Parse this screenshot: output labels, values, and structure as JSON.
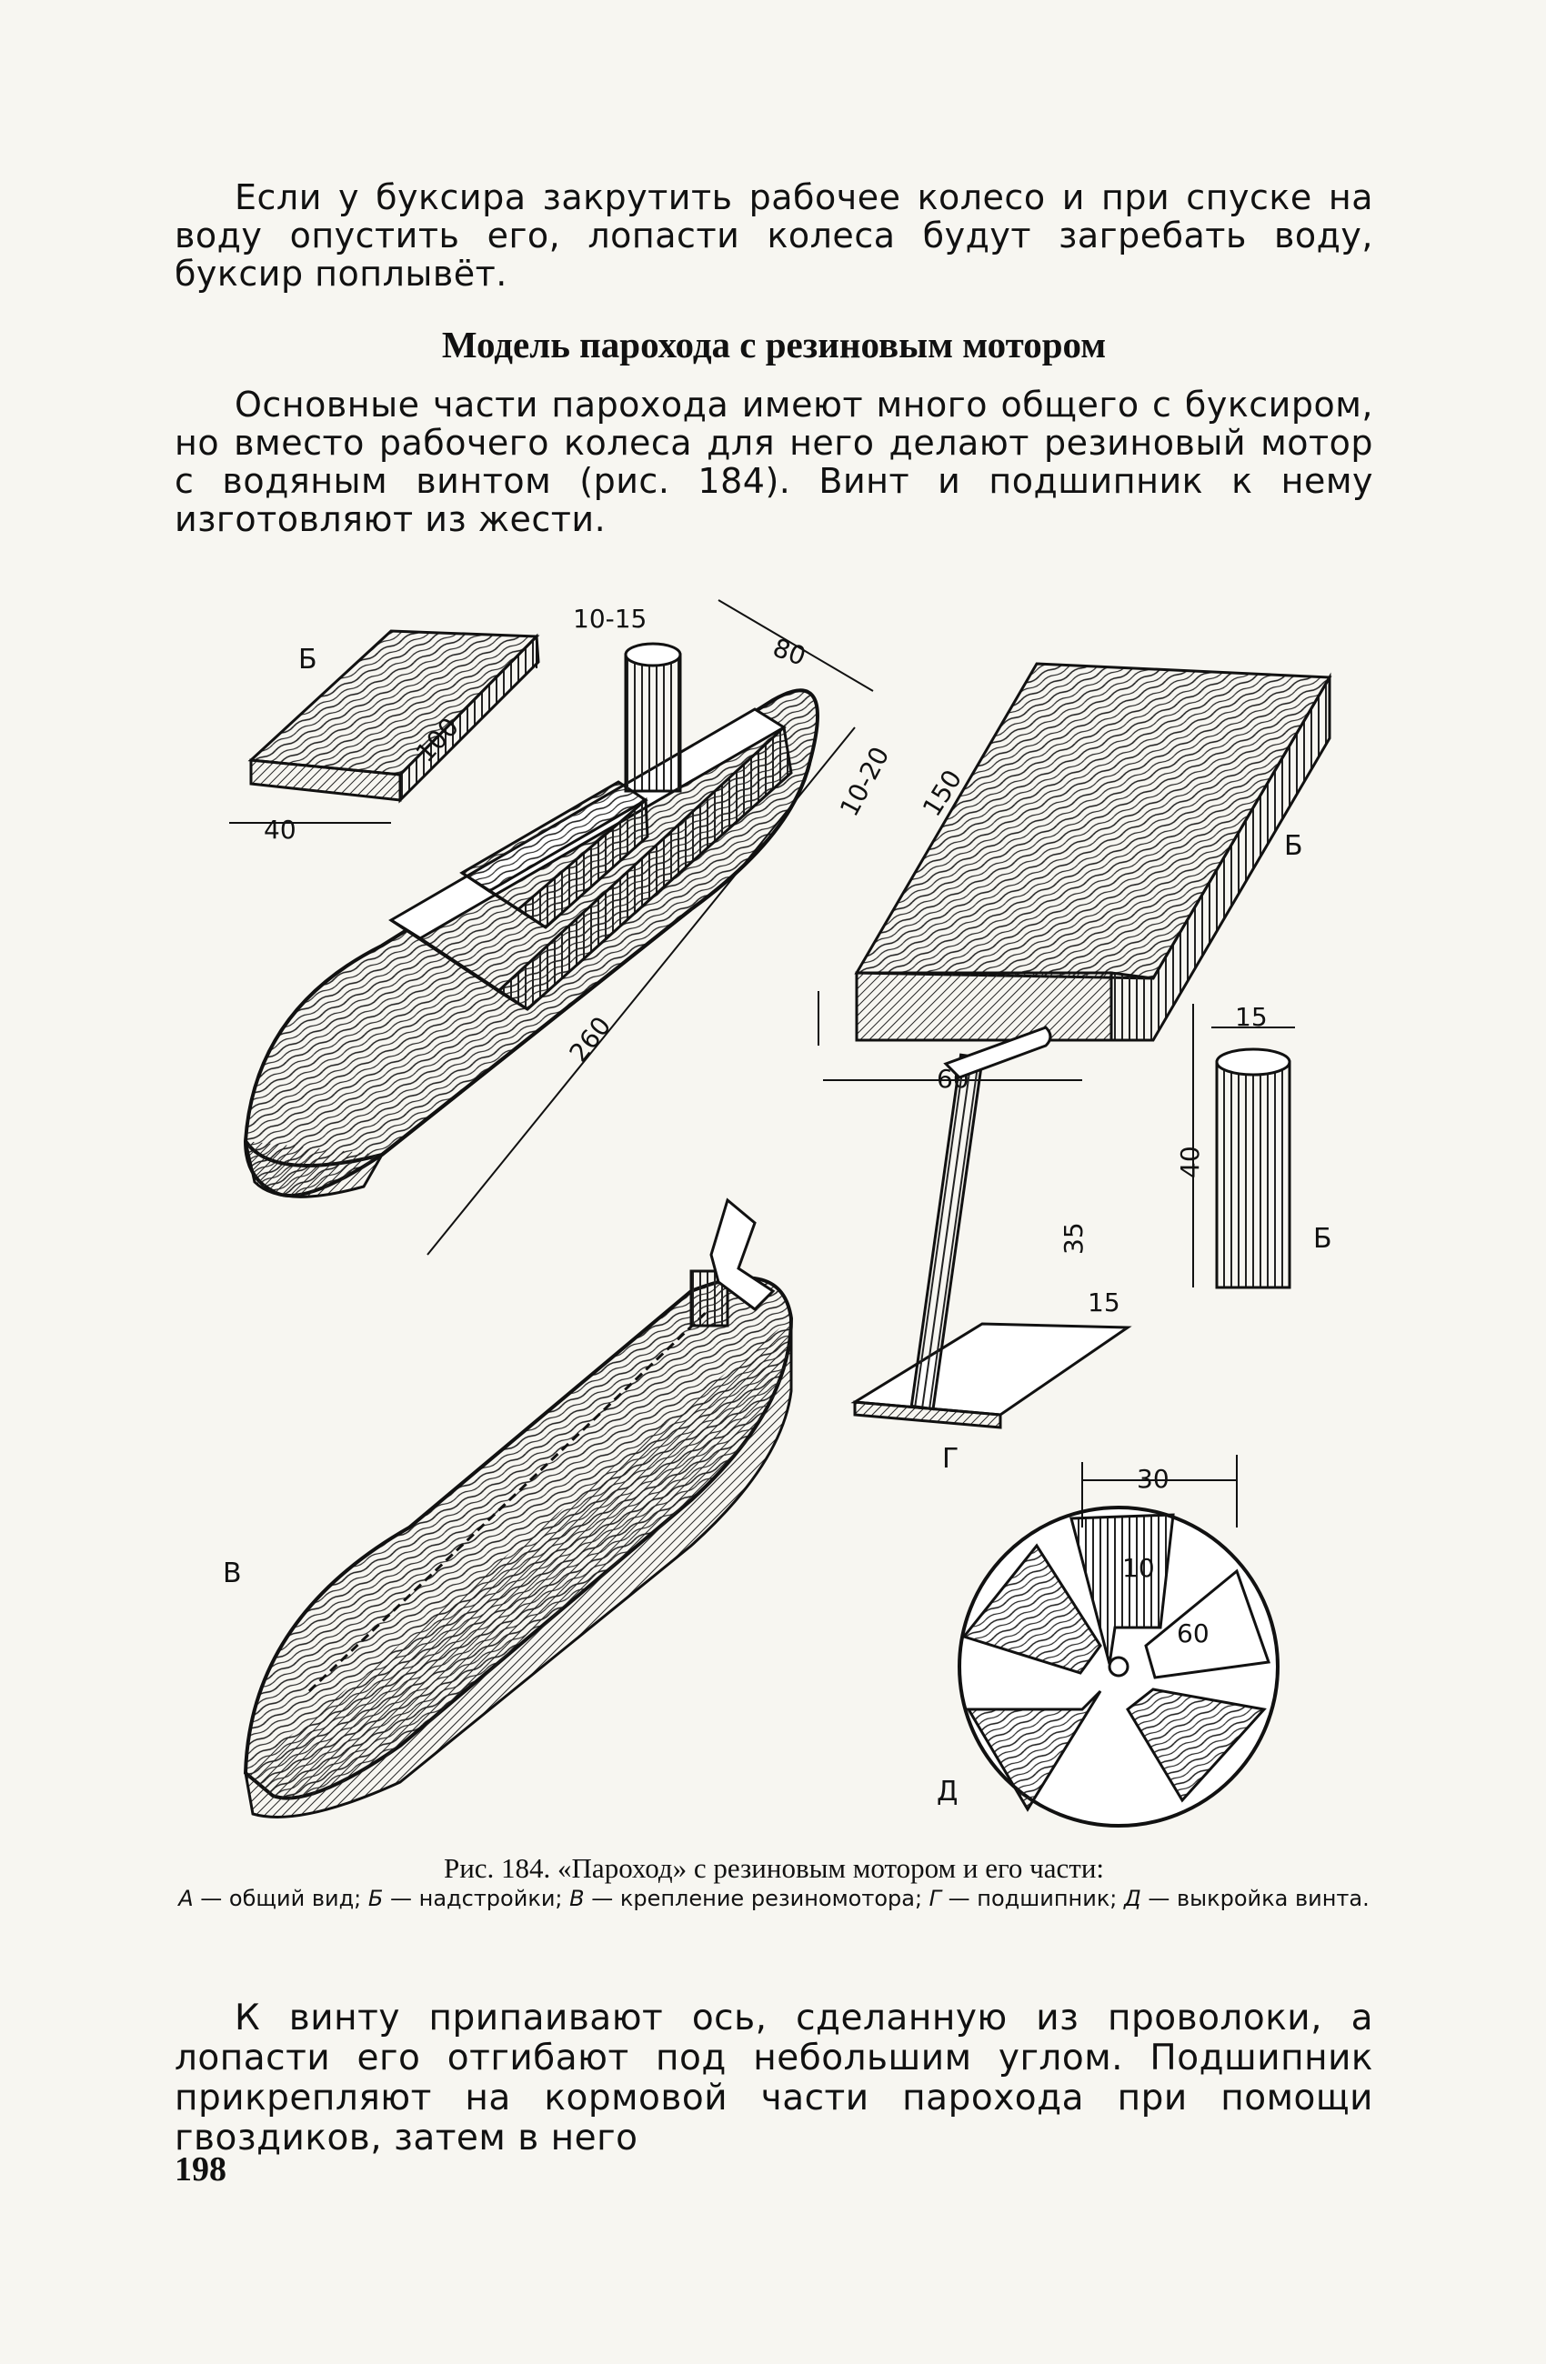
{
  "paragraph1": "Если у буксира закрутить рабочее колесо и при спуске на воду опустить его, лопасти колеса будут загребать воду, буксир поплывёт.",
  "heading": "Модель парохода с резиновым мотором",
  "paragraph2": "Основные части парохода имеют много общего с буксиром, но вместо рабочего колеса для него делают резиновый мотор с водяным винтом (рис. 184). Винт и подшипник к нему изготовляют из жести.",
  "figure": {
    "labels": {
      "b1": "Б",
      "b2": "Б",
      "b3": "Б",
      "v": "В",
      "g": "Г",
      "d": "Д"
    },
    "dimensions": {
      "d10_15": "10-15",
      "d80": "80",
      "d100": "100",
      "d40": "40",
      "d10_20": "10-20",
      "d150": "150",
      "d260": "260",
      "d60": "60",
      "d15a": "15",
      "d40b": "40",
      "d35": "35",
      "d15b": "15",
      "d30": "30",
      "d10": "10",
      "d60b": "60"
    }
  },
  "caption": {
    "title": "Рис. 184. «Пароход» с резиновым мотором и его части:",
    "legend_A": "А",
    "legend_A_text": " — общий вид; ",
    "legend_B": "Б",
    "legend_B_text": " — надстройки; ",
    "legend_V": "В",
    "legend_V_text": " — крепление резиномотора; ",
    "legend_G": "Г",
    "legend_G_text": " — подшипник; ",
    "legend_D": "Д",
    "legend_D_text": " — выкройка винта."
  },
  "paragraph3": "К винту припаивают ось, сделанную из проволоки, а лопасти его отгибают под небольшим углом. Подшипник прикрепляют на кормовой части парохода при помощи гвоздиков, затем в него",
  "page_number": "198"
}
